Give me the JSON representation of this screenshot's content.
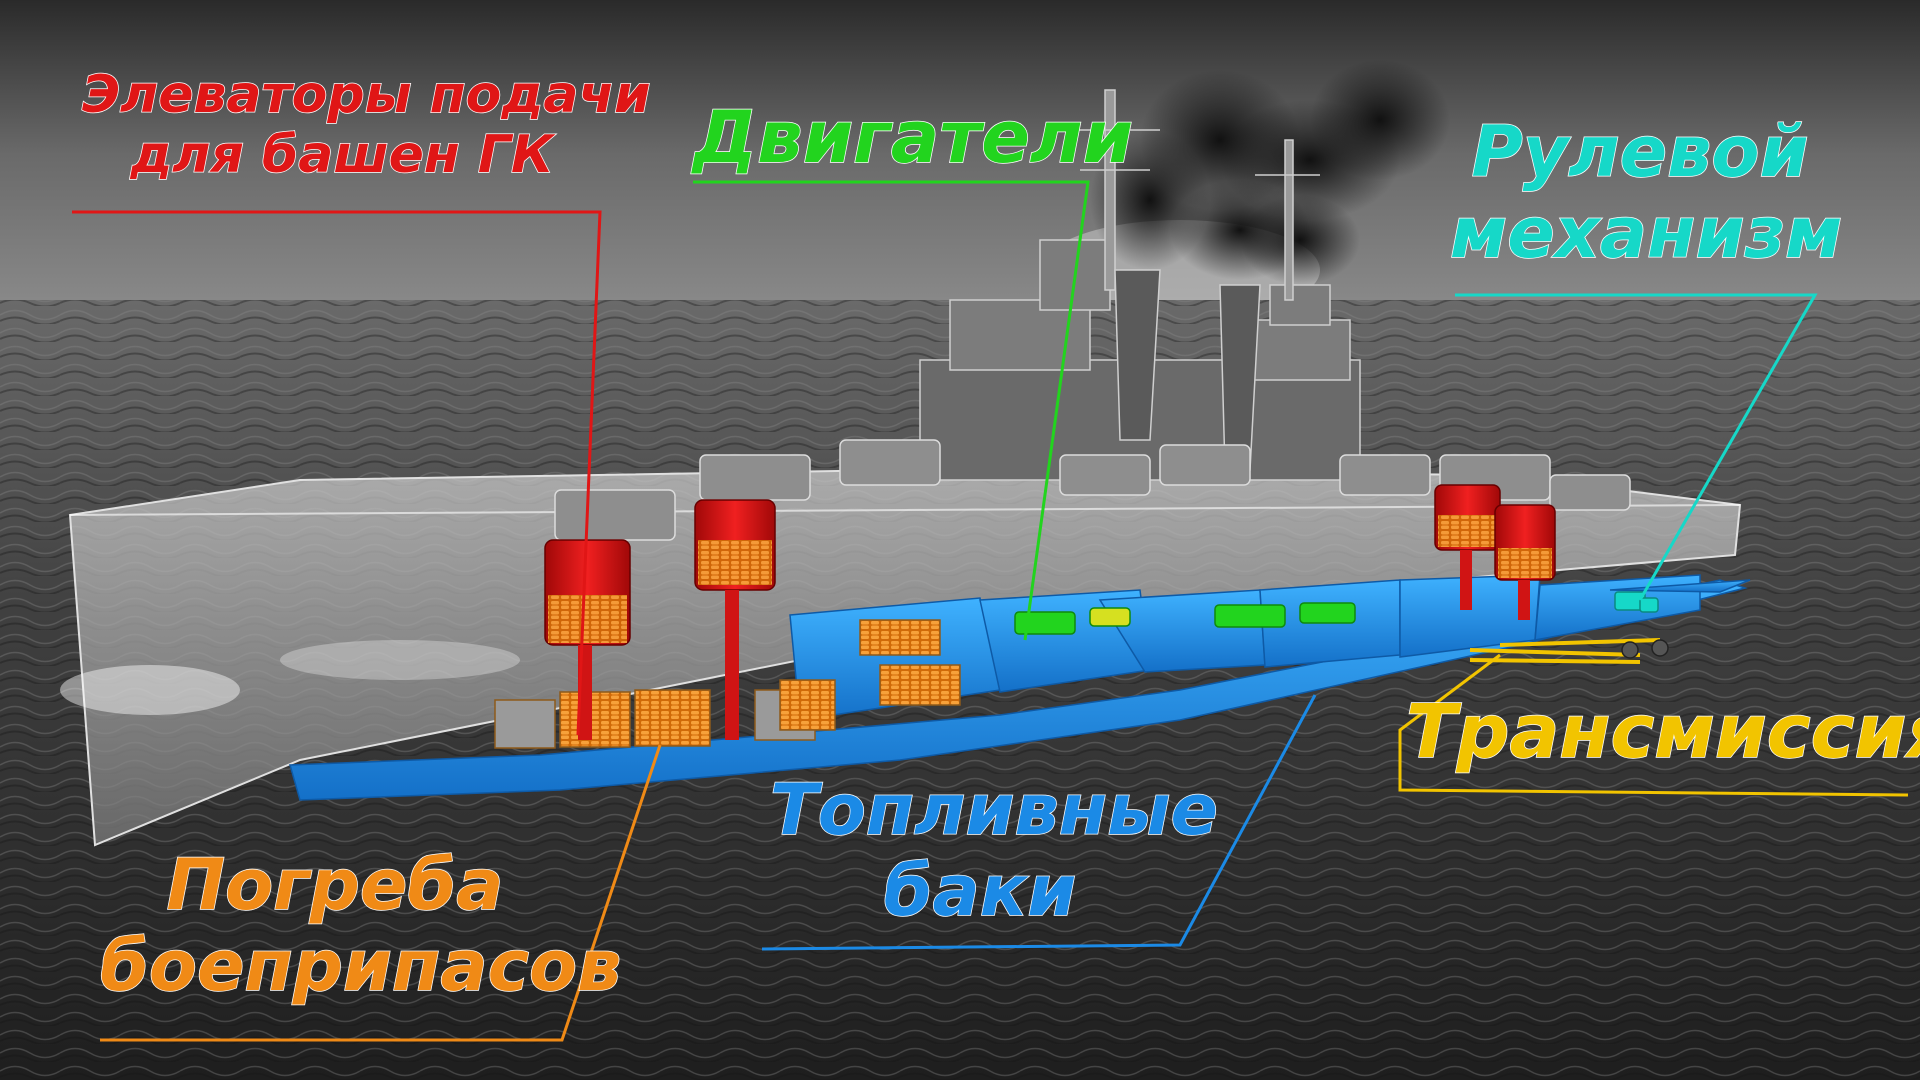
{
  "labels": {
    "elevators": {
      "line1": "Элеваторы подачи",
      "line2": "для башен ГК",
      "color": "#e01616"
    },
    "engines": {
      "line1": "Двигатели",
      "color": "#22d41e"
    },
    "steering": {
      "line1": "Рулевой",
      "line2": "механизм",
      "color": "#16d8c8"
    },
    "transmission": {
      "line1": "Трансмиссия",
      "color": "#f2c400"
    },
    "fuel_tanks": {
      "line1": "Топливные",
      "line2": "баки",
      "color": "#1b8ae6"
    },
    "magazines": {
      "line1": "Погреба",
      "line2": "боеприпасов",
      "color": "#f08a16"
    }
  },
  "legend_colors": {
    "elevators": "#e01616",
    "engines": "#22d41e",
    "steering": "#16d8c8",
    "transmission": "#f2c400",
    "fuel_tanks": "#1b8ae6",
    "magazines": "#f08a16",
    "hull": "#9a9a9a",
    "sea": "#3a3a3a",
    "smoke": "#1a1a1a"
  }
}
